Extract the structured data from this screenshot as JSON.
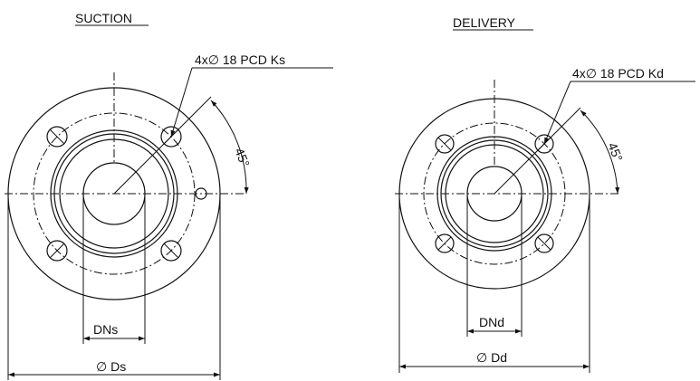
{
  "suction": {
    "title": "SUCTION",
    "bolt_callout": "4x∅ 18 PCD Ks",
    "angle_label": "45°",
    "bore_label": "DNs",
    "outer_label": "∅ Ds"
  },
  "delivery": {
    "title": "DELIVERY",
    "bolt_callout": "4x∅ 18 PCD Kd",
    "angle_label": "45°",
    "bore_label": "DNd",
    "outer_label": "∅ Dd"
  }
}
